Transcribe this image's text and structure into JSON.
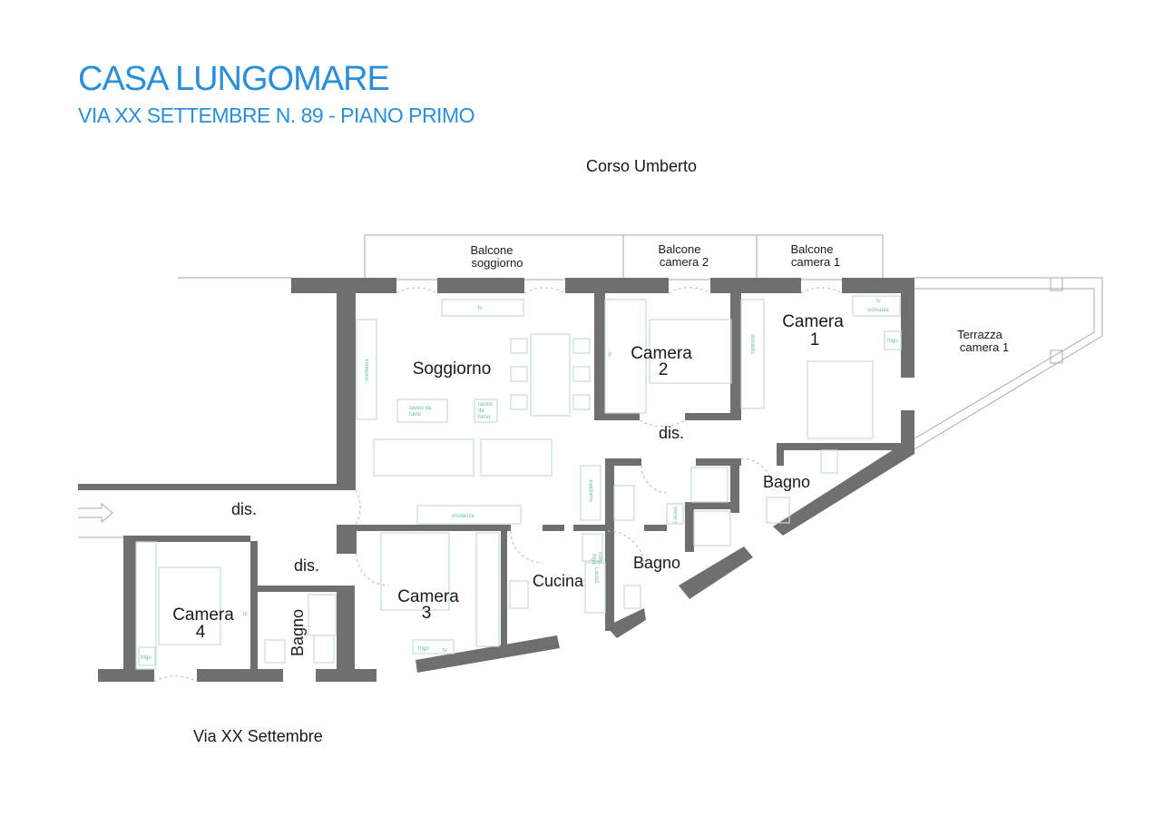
{
  "header": {
    "title": "CASA LUNGOMARE",
    "subtitle": "VIA XX SETTEMBRE N. 89 - PIANO PRIMO"
  },
  "streets": {
    "top": "Corso Umberto",
    "bottom": "Via XX Settembre"
  },
  "colors": {
    "title": "#2a8fd8",
    "walls": "#6f6f6f",
    "furniture_text": "#66c2a8"
  },
  "rooms": {
    "balcone_soggiorno_1": "Balcone",
    "balcone_soggiorno_2": "soggiorno",
    "balcone_camera2_1": "Balcone",
    "balcone_camera2_2": "camera 2",
    "balcone_camera1_1": "Balcone",
    "balcone_camera1_2": "camera 1",
    "terrazza_1": "Terrazza",
    "terrazza_2": "camera 1",
    "soggiorno": "Soggiorno",
    "camera2_1": "Camera",
    "camera2_2": "2",
    "camera1_1": "Camera",
    "camera1_2": "1",
    "dis_top": "dis.",
    "dis_left": "dis.",
    "dis_small": "dis.",
    "bagno_right": "Bagno",
    "bagno_mid": "Bagno",
    "cucina": "Cucina",
    "camera3_1": "Camera",
    "camera3_2": "3",
    "camera4_1": "Camera",
    "camera4_2": "4",
    "bagno_left": "Bagno"
  },
  "furniture": {
    "tv_soggiorno": "tv",
    "credenza_left": "credenza",
    "tavolo_fumo_1a": "tavolo da",
    "tavolo_fumo_1b": "fumo",
    "tavolo_fumo_2a": "tavolo",
    "tavolo_fumo_2b": "da",
    "tavolo_fumo_2c": "fumo",
    "credenza_bottom": "credenza",
    "tv_camera2": "tv",
    "tv_camera1": "tv",
    "scrivania": "scrivania",
    "frigo_camera1": "frigo",
    "armadio_camera1": "armadio",
    "scarpiera": "scarpiera",
    "lavast": "Lavast.",
    "frigo_cong_1": "frigo",
    "frigo_cong_2": "cong.",
    "lavast_cucina": "Lavast.",
    "frigo_camera3": "frigo",
    "tv_camera3": "tv",
    "frigo_camera4": "frigo",
    "tv_camera4": "tv"
  }
}
